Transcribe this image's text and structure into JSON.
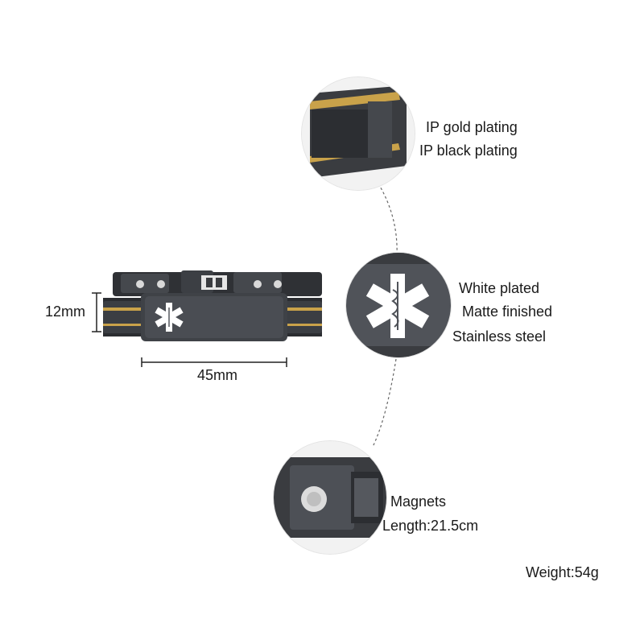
{
  "dimensions": {
    "height": "12mm",
    "width": "45mm"
  },
  "callouts": {
    "plating": {
      "line1": "IP gold plating",
      "line2": "IP black plating"
    },
    "surface": {
      "line1": "White plated",
      "line2": "Matte finished",
      "line3": "Stainless steel"
    },
    "magnets": {
      "line1": "Magnets",
      "line2": "Length:21.5cm"
    }
  },
  "weight": "Weight:54g",
  "colors": {
    "metal_dark": "#3a3c40",
    "metal_mid": "#55585e",
    "gold_accent": "#c9a24a",
    "symbol_white": "#ffffff"
  },
  "icons": {
    "medical_symbol": "star-of-life-icon"
  }
}
